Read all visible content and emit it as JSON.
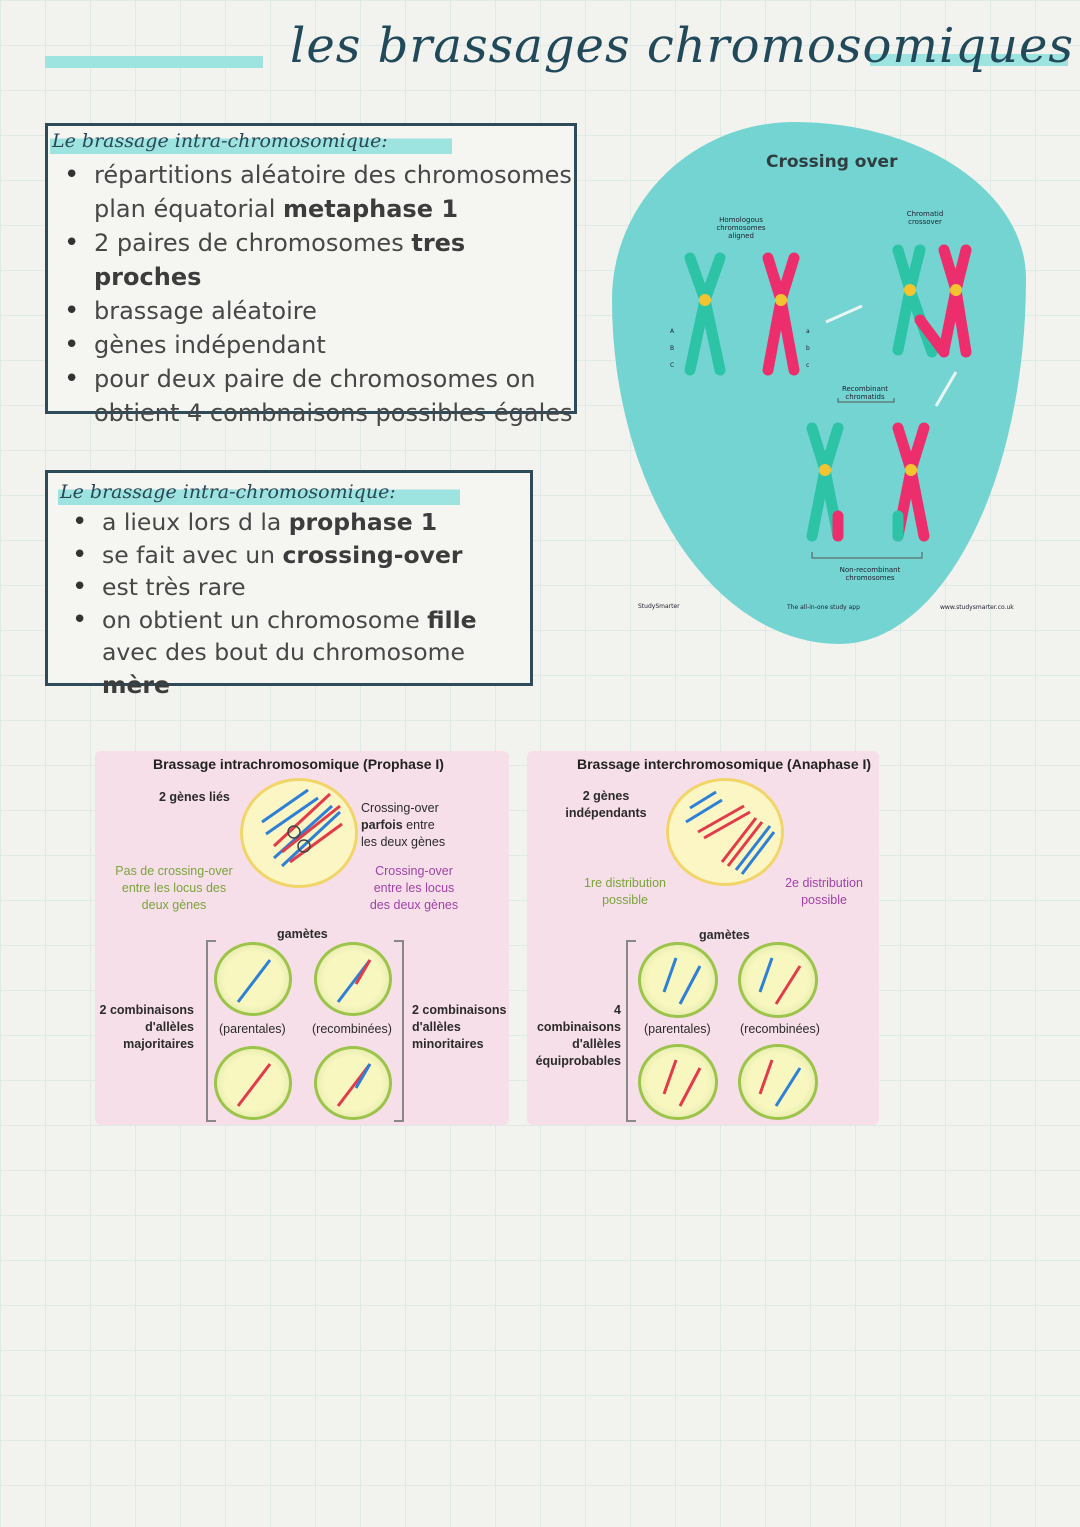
{
  "title": "les brassages chromosomiques",
  "box1": {
    "heading": "Le brassage intra-chromosomique:",
    "items": [
      {
        "pre": "répartitions aléatoire des chromosomes plan équatorial ",
        "bold": "metaphase 1",
        "post": ""
      },
      {
        "pre": "2 paires de chromosomes ",
        "bold": "tres proches",
        "post": ""
      },
      {
        "pre": "brassage aléatoire",
        "bold": "",
        "post": ""
      },
      {
        "pre": "gènes indépendant",
        "bold": "",
        "post": ""
      },
      {
        "pre": "pour deux paire de chromosomes on obtient 4 combnaisons possibles égales",
        "bold": "",
        "post": ""
      }
    ]
  },
  "box2": {
    "heading": "Le brassage intra-chromosomique:",
    "items": [
      {
        "pre": "a lieux lors d la ",
        "bold": "prophase 1",
        "post": ""
      },
      {
        "pre": "se fait avec un ",
        "bold": "crossing-over",
        "post": ""
      },
      {
        "pre": "est très rare",
        "bold": "",
        "post": ""
      },
      {
        "pre": "on obtient un chromosome ",
        "bold": "fille",
        "post": " avec des bout du chromosome ",
        "bold2": "mère"
      }
    ]
  },
  "crossing": {
    "title": "Crossing over",
    "homologous": "Homologous chromosomes aligned",
    "chromatid": "Chromatid crossover",
    "recombinant": "Recombinant chromatids",
    "nonrecombinant": "Non-recombinant chromosomes",
    "brand": "StudySmarter",
    "tagline": "The all-in-one study app",
    "url": "www.studysmarter.co.uk",
    "alleles_upper": [
      "A",
      "B",
      "C"
    ],
    "alleles_lower": [
      "a",
      "b",
      "c"
    ]
  },
  "intra": {
    "title": "Brassage intrachromosomique (Prophase I)",
    "genes": "2 gènes liés",
    "co_parfois_1": "Crossing-over",
    "co_parfois_2": "parfois",
    "co_parfois_3": "entre",
    "co_parfois_4": "les deux gènes",
    "no_co": "Pas de crossing-over entre les locus des deux gènes",
    "co_between": "Crossing-over entre les locus des deux gènes",
    "gametes": "gamètes",
    "left_comb": "2 combinaisons d'allèles majoritaires",
    "right_comb": "2 combinaisons d'allèles minoritaires",
    "parentales": "(parentales)",
    "recombinees": "(recombinées)"
  },
  "inter": {
    "title": "Brassage interchromosomique (Anaphase I)",
    "genes": "2 gènes indépendants",
    "dist1": "1re distribution possible",
    "dist2": "2e distribution possible",
    "gametes": "gamètes",
    "left_comb": "4 combinaisons d'allèles équiprobables",
    "parentales": "(parentales)",
    "recombinees": "(recombinées)"
  },
  "colors": {
    "accent": "#9de3e0",
    "blob": "#73d4d1",
    "teal_chrom": "#2cc3a6",
    "pink_chrom": "#ec2f6c",
    "border": "#2f4a58",
    "panel": "#f6dfe8"
  }
}
